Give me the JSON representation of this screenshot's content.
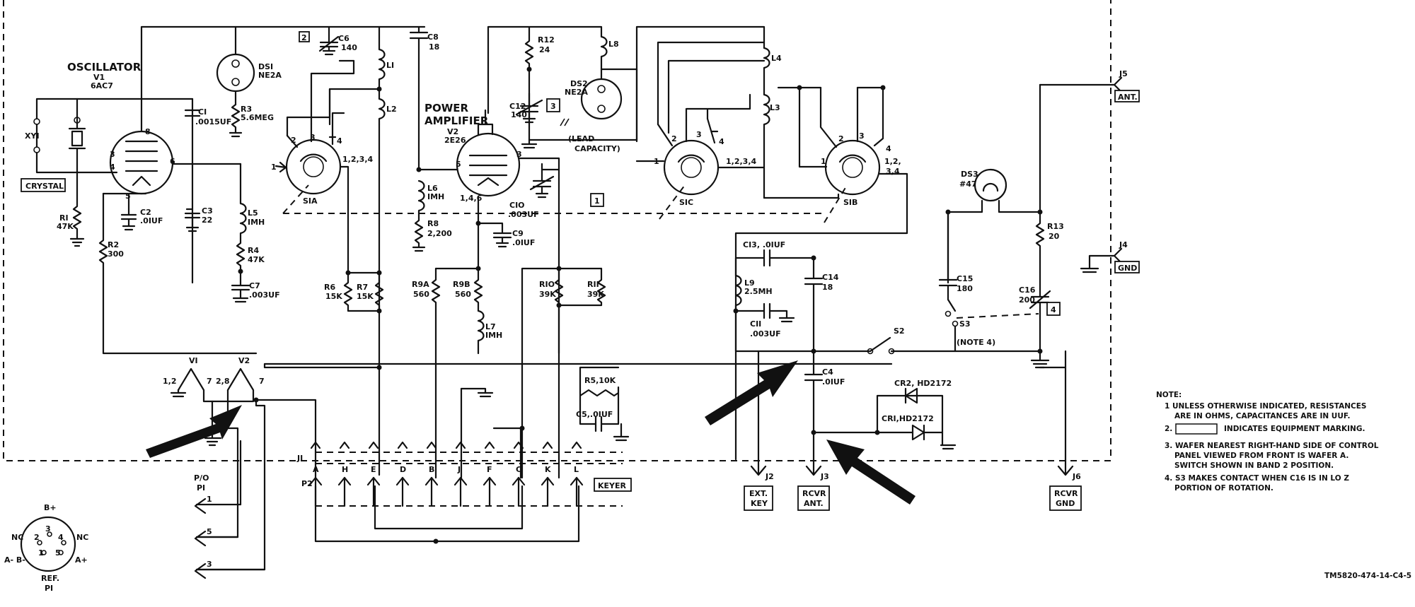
{
  "labels": {
    "oscillator": "OSCILLATOR",
    "v1": "V1",
    "v1_type": "6AC7",
    "power_amplifier_1": "POWER",
    "power_amplifier_2": "AMPLIFIER",
    "v2": "V2",
    "v2_type": "2E26",
    "xy1": "XYI",
    "crystal": "CRYSTAL",
    "ds1": "DSI",
    "ds1_type": "NE2A",
    "ds2": "DS2",
    "ds2_type": "NE2A",
    "ds3": "DS3",
    "ds3_type": "#47",
    "r1": "RI",
    "r1_val": "47K",
    "r2": "R2",
    "r2_val": "300",
    "r3": "R3",
    "r3_val": "5.6MEG",
    "r4": "R4",
    "r4_val": "47K",
    "r5": "R5,10K",
    "r6": "R6",
    "r6_val": "15K",
    "r7": "R7",
    "r7_val": "15K",
    "r8": "R8",
    "r8_val": "2,200",
    "r9a": "R9A",
    "r9a_val": "560",
    "r9b": "R9B",
    "r9b_val": "560",
    "r10": "RIO",
    "r10_val": "39K",
    "r11": "RII",
    "r11_val": "39K",
    "r12": "R12",
    "r12_val": "24",
    "r13": "R13",
    "r13_val": "20",
    "c1": "CI",
    "c1_val": ".0015UF",
    "c2": "C2",
    "c2_val": ".0IUF",
    "c3": "C3",
    "c3_val": "22",
    "c4": "C4",
    "c4_val": ".0IUF",
    "c5": "C5,.0IUF",
    "c6": "C6",
    "c6_val": "140",
    "c7": "C7",
    "c7_val": ".003UF",
    "c8": "C8",
    "c8_val": "18",
    "c9": "C9",
    "c9_val": ".0IUF",
    "c10": "CIO",
    "c10_val": ".003UF",
    "c11": "CII",
    "c11_val": ".003UF",
    "c12": "C12",
    "c12_val": "140",
    "c13": "CI3, .0IUF",
    "c14": "C14",
    "c14_val": "18",
    "c15": "C15",
    "c15_val": "180",
    "c16": "C16",
    "c16_val": "200",
    "l1": "LI",
    "l2": "L2",
    "l3": "L3",
    "l4": "L4",
    "l5": "L5",
    "l5_val": "IMH",
    "l6": "L6",
    "l6_val": "IMH",
    "l7": "L7",
    "l7_val": "IMH",
    "l8": "L8",
    "l9": "L9",
    "l9_val": "2.5MH",
    "s1a": "SIA",
    "s1b": "SIB",
    "s1c": "SIC",
    "s2": "S2",
    "s3": "S3",
    "note4": "(NOTE 4)",
    "lead_cap_1": "(LEAD",
    "lead_cap_2": "CAPACITY)",
    "cr1": "CRI,HD2172",
    "cr2": "CR2, HD2172",
    "j1": "JI",
    "j2": "J2",
    "j3": "J3",
    "j4": "J4",
    "j5": "J5",
    "j6": "J6",
    "p1": "P/O",
    "p1b": "PI",
    "p2": "P2",
    "ant": "ANT.",
    "gnd": "GND",
    "ext_key_1": "EXT.",
    "ext_key_2": "KEY",
    "rcvr_ant_1": "RCVR",
    "rcvr_ant_2": "ANT.",
    "rcvr_gnd_1": "RCVR",
    "rcvr_gnd_2": "GND",
    "keyer": "KEYER",
    "heater_v1": "VI",
    "heater_v2": "V2",
    "heater_pins_1": "1,2",
    "heater_pins_7a": "7",
    "heater_pins_28": "2,8",
    "heater_pins_7b": "7",
    "sw_pins": "1,2,3,4",
    "sw_pins_b1": "1,2,",
    "sw_pins_b2": "3,4",
    "v2_pins": "1,4,6",
    "ref": "REF.",
    "ref_p1": "PI",
    "plug_bplus": "B+",
    "plug_nc_l": "NC",
    "plug_nc_r": "NC",
    "plug_am": "A- B-",
    "plug_ap": "A+",
    "p1_pin1": "1",
    "p1_pin5": "5",
    "p1_pin3": "3",
    "marking_1": "1",
    "marking_2": "2",
    "marking_3": "3",
    "marking_4": "4",
    "tm_number": "TM5820-474-14-C4-5"
  },
  "keyer_pins": [
    "A",
    "H",
    "E",
    "D",
    "B",
    "J",
    "F",
    "C",
    "K",
    "L"
  ],
  "notes": {
    "title": "NOTE:",
    "n1a": "1  UNLESS OTHERWISE INDICATED, RESISTANCES",
    "n1b": "ARE IN OHMS, CAPACITANCES ARE IN UUF.",
    "n2_prefix": "2.",
    "n2_suffix": "INDICATES EQUIPMENT MARKING.",
    "n3a": "3. WAFER NEAREST RIGHT-HAND SIDE OF CONTROL",
    "n3b": "PANEL VIEWED FROM FRONT IS WAFER A.",
    "n3c": "SWITCH SHOWN IN BAND 2 POSITION.",
    "n4a": "4. S3 MAKES CONTACT WHEN C16 IS IN LO Z",
    "n4b": "PORTION OF ROTATION."
  }
}
